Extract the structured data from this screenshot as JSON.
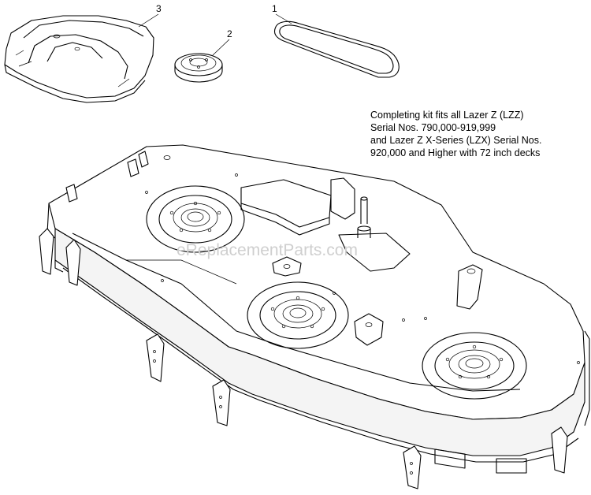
{
  "callouts": [
    {
      "label": "1"
    },
    {
      "label": "2"
    },
    {
      "label": "3"
    }
  ],
  "note": {
    "lines": [
      "Completing kit fits all Lazer Z (LZZ)",
      "Serial Nos. 790,000-919,999",
      "and Lazer Z X-Series (LZX) Serial Nos.",
      "920,000 and Higher with 72 inch decks"
    ]
  },
  "watermark": "eReplacementParts.com"
}
